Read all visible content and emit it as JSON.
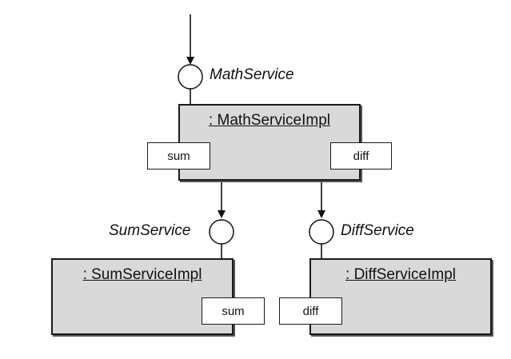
{
  "interfaces": {
    "math": "MathService",
    "sum": "SumService",
    "diff": "DiffService"
  },
  "components": {
    "math_impl": {
      "title": ": MathServiceImpl",
      "port_left": "sum",
      "port_right": "diff"
    },
    "sum_impl": {
      "title": ": SumServiceImpl",
      "port": "sum"
    },
    "diff_impl": {
      "title": ": DiffServiceImpl",
      "port": "diff"
    }
  }
}
